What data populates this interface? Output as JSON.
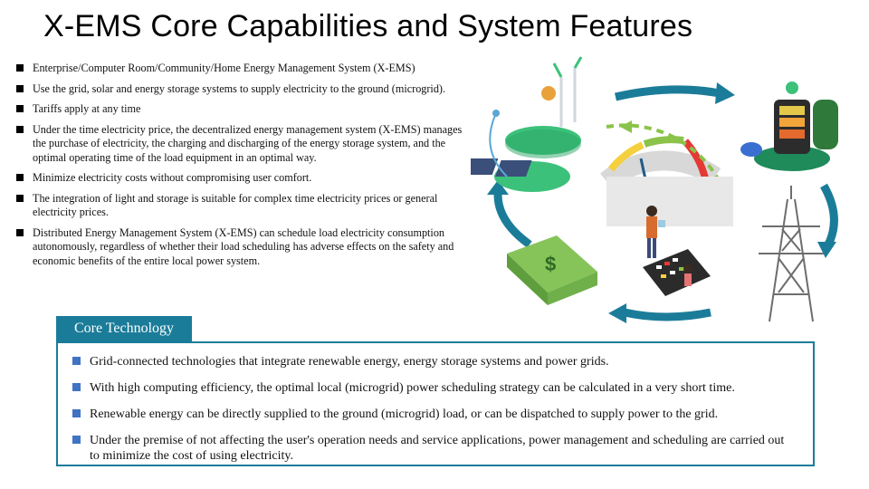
{
  "title": "X-EMS Core Capabilities and System Features",
  "features": [
    "Enterprise/Computer Room/Community/Home Energy Management System (X-EMS)",
    "Use the grid, solar and energy storage systems to supply electricity to the ground (microgrid).",
    "Tariffs apply at any time",
    "Under the time electricity price, the decentralized energy management system (X-EMS) manages the purchase of electricity, the charging and discharging of the energy storage system, and the optimal operating time of the load equipment in an optimal way.",
    "Minimize electricity costs without compromising user comfort.",
    "The integration of light and storage is suitable for complex time electricity prices or general electricity prices.",
    "Distributed Energy Management System (X-EMS) can schedule load electricity consumption autonomously, regardless of whether their load scheduling has adverse effects on the safety and economic benefits of the entire local power system."
  ],
  "core": {
    "heading": "Core Technology",
    "items": [
      "Grid-connected technologies that integrate renewable energy, energy storage systems and power grids.",
      "With high computing efficiency, the optimal local (microgrid) power scheduling strategy can be calculated in a very short time.",
      "Renewable energy can be directly supplied to the ground (microgrid) load, or can be dispatched to supply power to the grid.",
      "Under the premise of not affecting the user's operation needs and service applications, power management and scheduling are carried out to minimize the cost of using electricity."
    ]
  },
  "colors": {
    "accent": "#1b7c99",
    "bullet_blue": "#3f73c4",
    "green": "#3cc17a",
    "money": "#86c45a"
  },
  "illustration": {
    "icons": [
      "solar-wind-island-icon",
      "energy-storage-icon",
      "gauge-meter-icon",
      "transmission-tower-icon",
      "money-stack-icon",
      "calculator-icon"
    ]
  }
}
